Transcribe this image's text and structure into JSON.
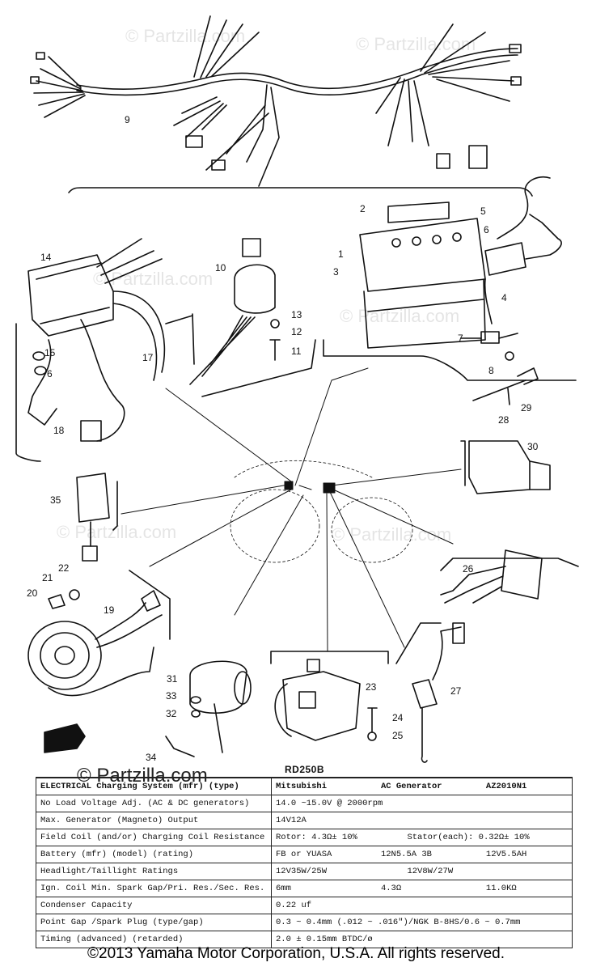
{
  "watermark": "© Partzilla.com",
  "callouts": [
    "1",
    "2",
    "3",
    "4",
    "5",
    "6",
    "7",
    "8",
    "9",
    "10",
    "11",
    "12",
    "13",
    "14",
    "15",
    "6",
    "17",
    "18",
    "19",
    "20",
    "21",
    "22",
    "23",
    "24",
    "25",
    "26",
    "27",
    "28",
    "29",
    "30",
    "31",
    "32",
    "33",
    "34",
    "35"
  ],
  "model": "RD250B",
  "spec_rows": [
    {
      "label": "ELECTRICAL  Charging System (mfr) (type)",
      "values": [
        "Mitsubishi",
        "AC Generator",
        "AZ2010N1"
      ]
    },
    {
      "label": "No Load Voltage Adj. (AC & DC generators)",
      "values": [
        "14.0 ~15.0V @ 2000rpm"
      ]
    },
    {
      "label": "Max. Generator (Magneto) Output",
      "values": [
        "14V12A"
      ]
    },
    {
      "label": "Field Coil (and/or) Charging Coil Resistance",
      "values": [
        "Rotor: 4.3Ω± 10%",
        "Stator(each): 0.32Ω± 10%"
      ]
    },
    {
      "label": "Battery (mfr) (model) (rating)",
      "values": [
        "FB or YUASA",
        "12N5.5A 3B",
        "12V5.5AH"
      ]
    },
    {
      "label": "Headlight/Taillight Ratings",
      "values": [
        "12V35W/25W",
        "12V8W/27W"
      ]
    },
    {
      "label": "Ign. Coil Min. Spark Gap/Pri. Res./Sec. Res.",
      "values": [
        "6mm",
        "4.3Ω",
        "11.0KΩ"
      ]
    },
    {
      "label": "Condenser Capacity",
      "values": [
        "0.22 uf"
      ]
    },
    {
      "label": "Point Gap /Spark Plug (type/gap)",
      "values": [
        "0.3 ~ 0.4mm (.012 ~ .016\")/NGK B-8HS/0.6 ~ 0.7mm"
      ]
    },
    {
      "label": "Timing (advanced) (retarded)",
      "values": [
        "2.0 ± 0.15mm BTDC/ø"
      ]
    }
  ],
  "copyright": "©2013 Yamaha Motor Corporation, U.S.A. All rights reserved."
}
